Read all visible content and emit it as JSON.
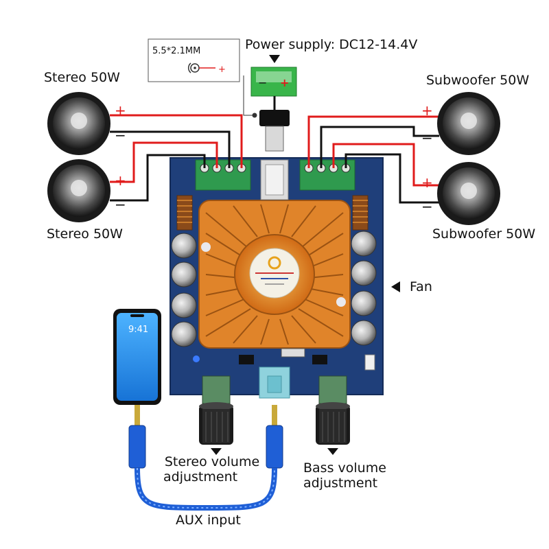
{
  "labels": {
    "power_supply": "Power supply: DC12-14.4V",
    "jack_spec": "5.5*2.1MM",
    "jack_plus": "+",
    "stereo_top": "Stereo 50W",
    "stereo_bottom": "Stereo 50W",
    "sub_top": "Subwoofer 50W",
    "sub_bottom": "Subwoofer 50W",
    "fan": "Fan",
    "stereo_volume_line1": "Stereo volume",
    "stereo_volume_line2": "adjustment",
    "bass_volume_line1": "Bass volume",
    "bass_volume_line2": "adjustment",
    "aux_input": "AUX input",
    "term_minus": "−",
    "term_plus": "+",
    "pol_plus": "+",
    "pol_minus": "−",
    "phone_time": "9:41"
  },
  "colors": {
    "board": "#1f3f7a",
    "heatsink": "#e0842a",
    "terminal": "#2f9a4e",
    "wire_red": "#e01b1b",
    "wire_black": "#111111",
    "cable_blue": "#1f5fd6",
    "power_green": "#39b54a"
  }
}
